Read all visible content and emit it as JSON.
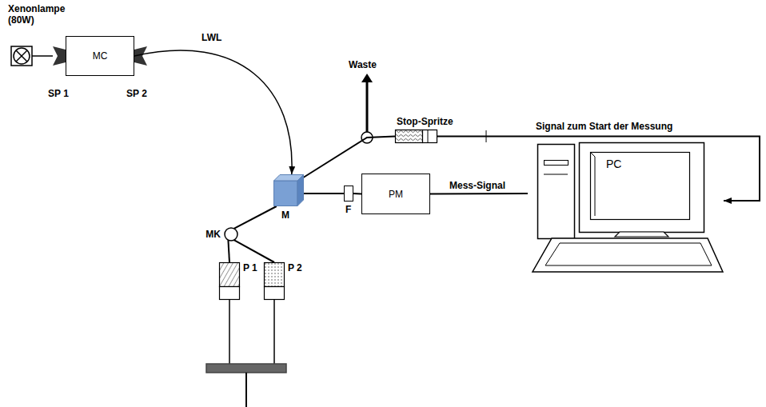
{
  "diagram": {
    "nodes": [
      {
        "text": [
          "MC"
        ]
      },
      {
        "text": [
          "Stop-Spritze"
        ]
      },
      {
        "text": [
          "M"
        ]
      },
      {
        "text": [
          "F"
        ]
      },
      {
        "text": [
          "PM"
        ]
      },
      {
        "text": [
          "PC"
        ]
      },
      {
        "text": [
          "MK"
        ]
      },
      {
        "text": [
          "P 1"
        ]
      },
      {
        "text": [
          "P 2"
        ]
      }
    ],
    "edges": [
      {
        "from": 0,
        "to": 2,
        "label": "LWL",
        "arrow": "to"
      },
      {
        "from": 2,
        "to": 1,
        "arrow": "none"
      },
      {
        "from": 2,
        "to": 3,
        "arrow": "none"
      },
      {
        "from": 3,
        "to": 4,
        "arrow": "none"
      },
      {
        "from": 4,
        "to": 5,
        "label": "Mess-Signal",
        "arrow": "none"
      },
      {
        "from": 1,
        "to": 5,
        "label": "Signal zum Start der Messung",
        "arrow": "to"
      },
      {
        "from": 6,
        "to": 2,
        "arrow": "none"
      },
      {
        "from": 7,
        "to": 6,
        "arrow": "none"
      },
      {
        "from": 8,
        "to": 6,
        "arrow": "none"
      }
    ],
    "labels": [
      "Xenonlampe (80W)",
      "SP 1",
      "SP 2",
      "Waste"
    ]
  }
}
